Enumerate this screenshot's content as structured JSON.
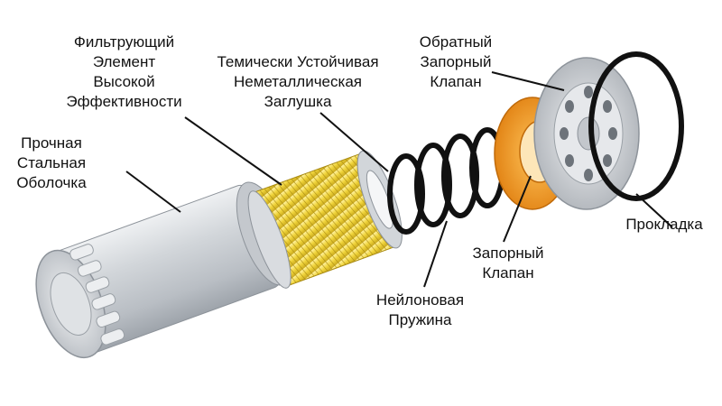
{
  "colors": {
    "background": "#ffffff",
    "steel_shell": "#cfd3d8",
    "filter_media": "#f0d43a",
    "spring": "#111111",
    "seal": "#111111",
    "check_valve_plate": "#d9dde2",
    "stop_valve": "#f39a1e"
  },
  "labels": {
    "filter_element": [
      "Фильтрующий",
      "Элемент",
      "Высокой",
      "Эффективности"
    ],
    "steel_shell": [
      "Прочная",
      "Стальная",
      "Оболочка"
    ],
    "end_cap": [
      "Темически Устойчивая",
      "Неметаллическая",
      "Заглушка"
    ],
    "check_valve": [
      "Обратный",
      "Запорный",
      "Клапан"
    ],
    "gasket": [
      "Прокладка"
    ],
    "stop_valve": [
      "Запорный",
      "Клапан"
    ],
    "spring": [
      "Нейлоновая",
      "Пружина"
    ]
  }
}
